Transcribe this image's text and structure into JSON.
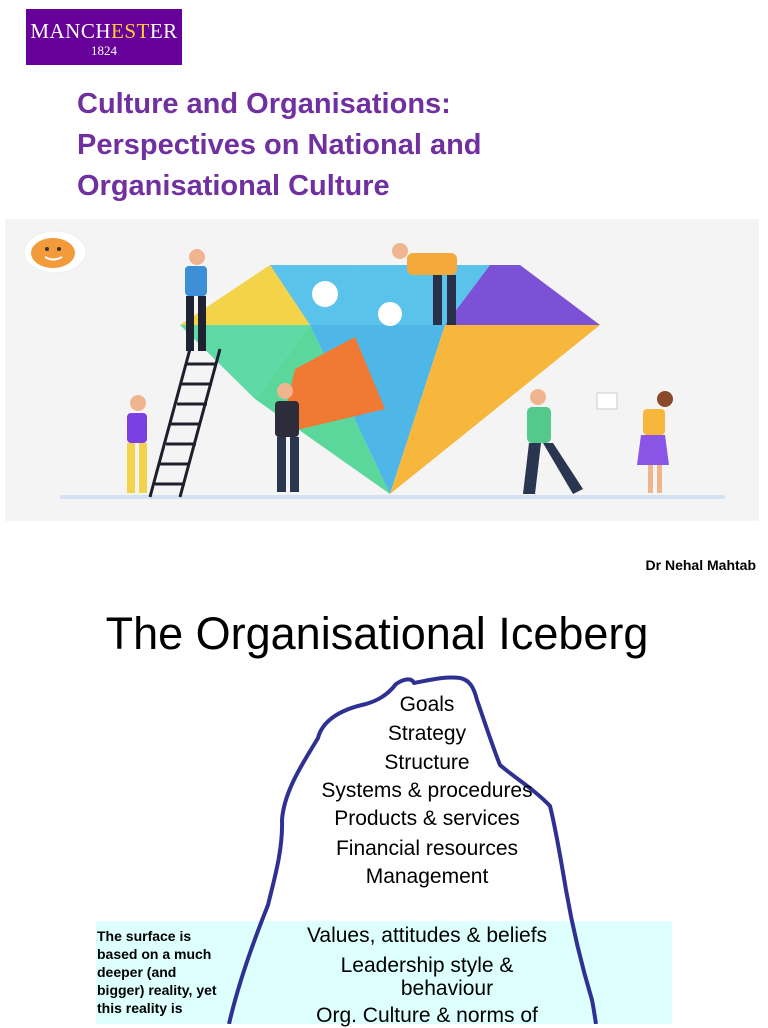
{
  "slide1": {
    "logo": {
      "text_pre": "MANCH",
      "text_accent": "EST",
      "text_post": "ER",
      "year": "1824",
      "color": "#660099"
    },
    "title_lines": [
      "Culture and Organisations:",
      "Perspectives on National and",
      "Organisational Culture"
    ],
    "title_color": "#7030a0",
    "illustration": "diamond-puzzle-teamwork-illustration",
    "author": "Dr Nehal Mahtab"
  },
  "slide2": {
    "title": "The Organisational Iceberg",
    "visible_items": [
      "Goals",
      "Strategy",
      "Structure",
      "Systems & procedures",
      "Products & services",
      "Financial resources",
      "Management"
    ],
    "hidden_items": [
      "Values, attitudes & beliefs",
      "Leadership style &",
      "behaviour",
      "Org. Culture & norms of"
    ],
    "note": "The surface is based on a much deeper (and bigger) reality, yet this reality is",
    "band_color": "#ddfffe",
    "iceberg_color": "#2e3192"
  }
}
